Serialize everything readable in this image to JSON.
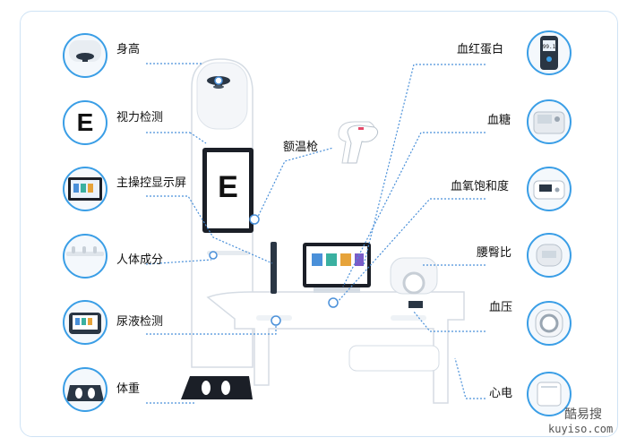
{
  "left_features": [
    {
      "id": "height",
      "label": "身高",
      "icon": "height-sensor-icon"
    },
    {
      "id": "vision",
      "label": "视力检测",
      "icon": "eye-chart-e-icon",
      "glyph": "E"
    },
    {
      "id": "main-screen",
      "label": "主操控显示屏",
      "icon": "touch-screen-icon"
    },
    {
      "id": "body-composition",
      "label": "人体成分",
      "icon": "body-composition-handles-icon"
    },
    {
      "id": "urine",
      "label": "尿液检测",
      "icon": "urine-analyzer-icon"
    },
    {
      "id": "weight",
      "label": "体重",
      "icon": "scale-footprint-icon"
    }
  ],
  "right_features": [
    {
      "id": "hemoglobin",
      "label": "血红蛋白",
      "icon": "hemoglobin-meter-icon",
      "reading": "99.1"
    },
    {
      "id": "blood-glucose",
      "label": "血糖",
      "icon": "glucose-meter-icon"
    },
    {
      "id": "spo2",
      "label": "血氧饱和度",
      "icon": "oximeter-icon"
    },
    {
      "id": "waist-hip",
      "label": "腰臀比",
      "icon": "waist-hip-meter-icon"
    },
    {
      "id": "blood-pressure",
      "label": "血压",
      "icon": "bp-cuff-icon"
    },
    {
      "id": "ecg",
      "label": "心电",
      "icon": "ecg-device-icon"
    }
  ],
  "thermometer": {
    "label": "额温枪",
    "icon": "forehead-thermometer-icon"
  },
  "kiosk": {
    "vision_letter": "E"
  },
  "watermark": {
    "brand": "酷易搜",
    "domain": "kuyiso.com"
  },
  "colors": {
    "accent": "#3a9ee6",
    "dotted_line": "#4a90d9",
    "frame": "#cfe3f5"
  }
}
